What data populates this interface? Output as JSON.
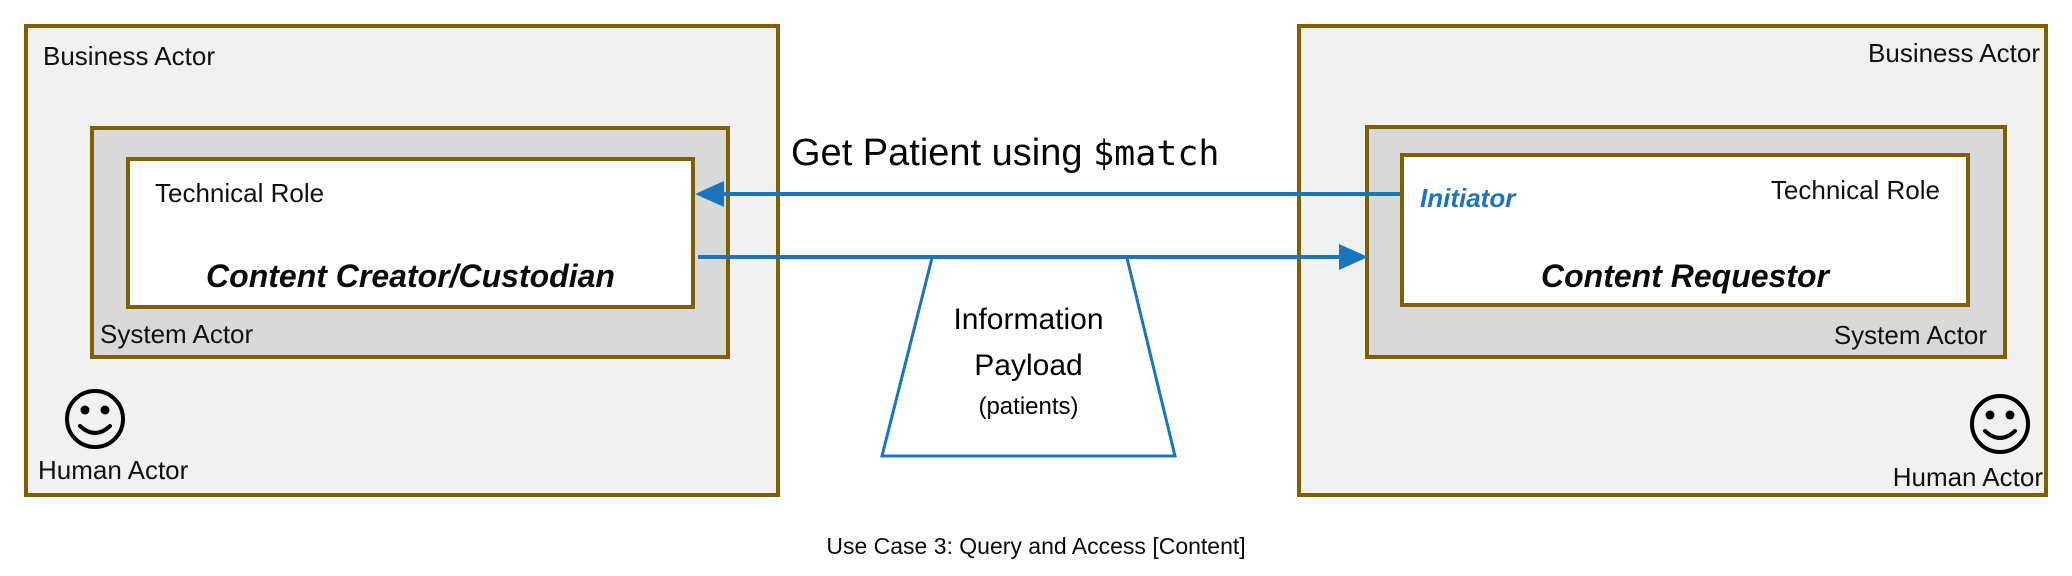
{
  "diagram": {
    "caption": "Use Case 3: Query and Access [Content]",
    "colors": {
      "box_border": "#7f6000",
      "business_fill": "#f1f1f1",
      "system_fill": "#d9d9d9",
      "technical_fill": "#ffffff",
      "arrow_blue": "#1b75bc"
    },
    "left_actor": {
      "business_label": "Business Actor",
      "system_label": "System Actor",
      "technical_label": "Technical Role",
      "role_name": "Content Creator/Custodian",
      "human_label": "Human Actor",
      "human_icon": "smiley-face-icon"
    },
    "right_actor": {
      "business_label": "Business Actor",
      "system_label": "System Actor",
      "technical_label": "Technical Role",
      "role_name": "Content Requestor",
      "initiator_label": "Initiator",
      "human_label": "Human Actor",
      "human_icon": "smiley-face-icon"
    },
    "interactions": {
      "request": {
        "label_plain": "Get Patient using ",
        "label_code": "$match",
        "direction": "right-to-left"
      },
      "response": {
        "direction": "left-to-right"
      },
      "payload": {
        "line1": "Information",
        "line2": "Payload",
        "line3": "(patients)"
      }
    }
  }
}
